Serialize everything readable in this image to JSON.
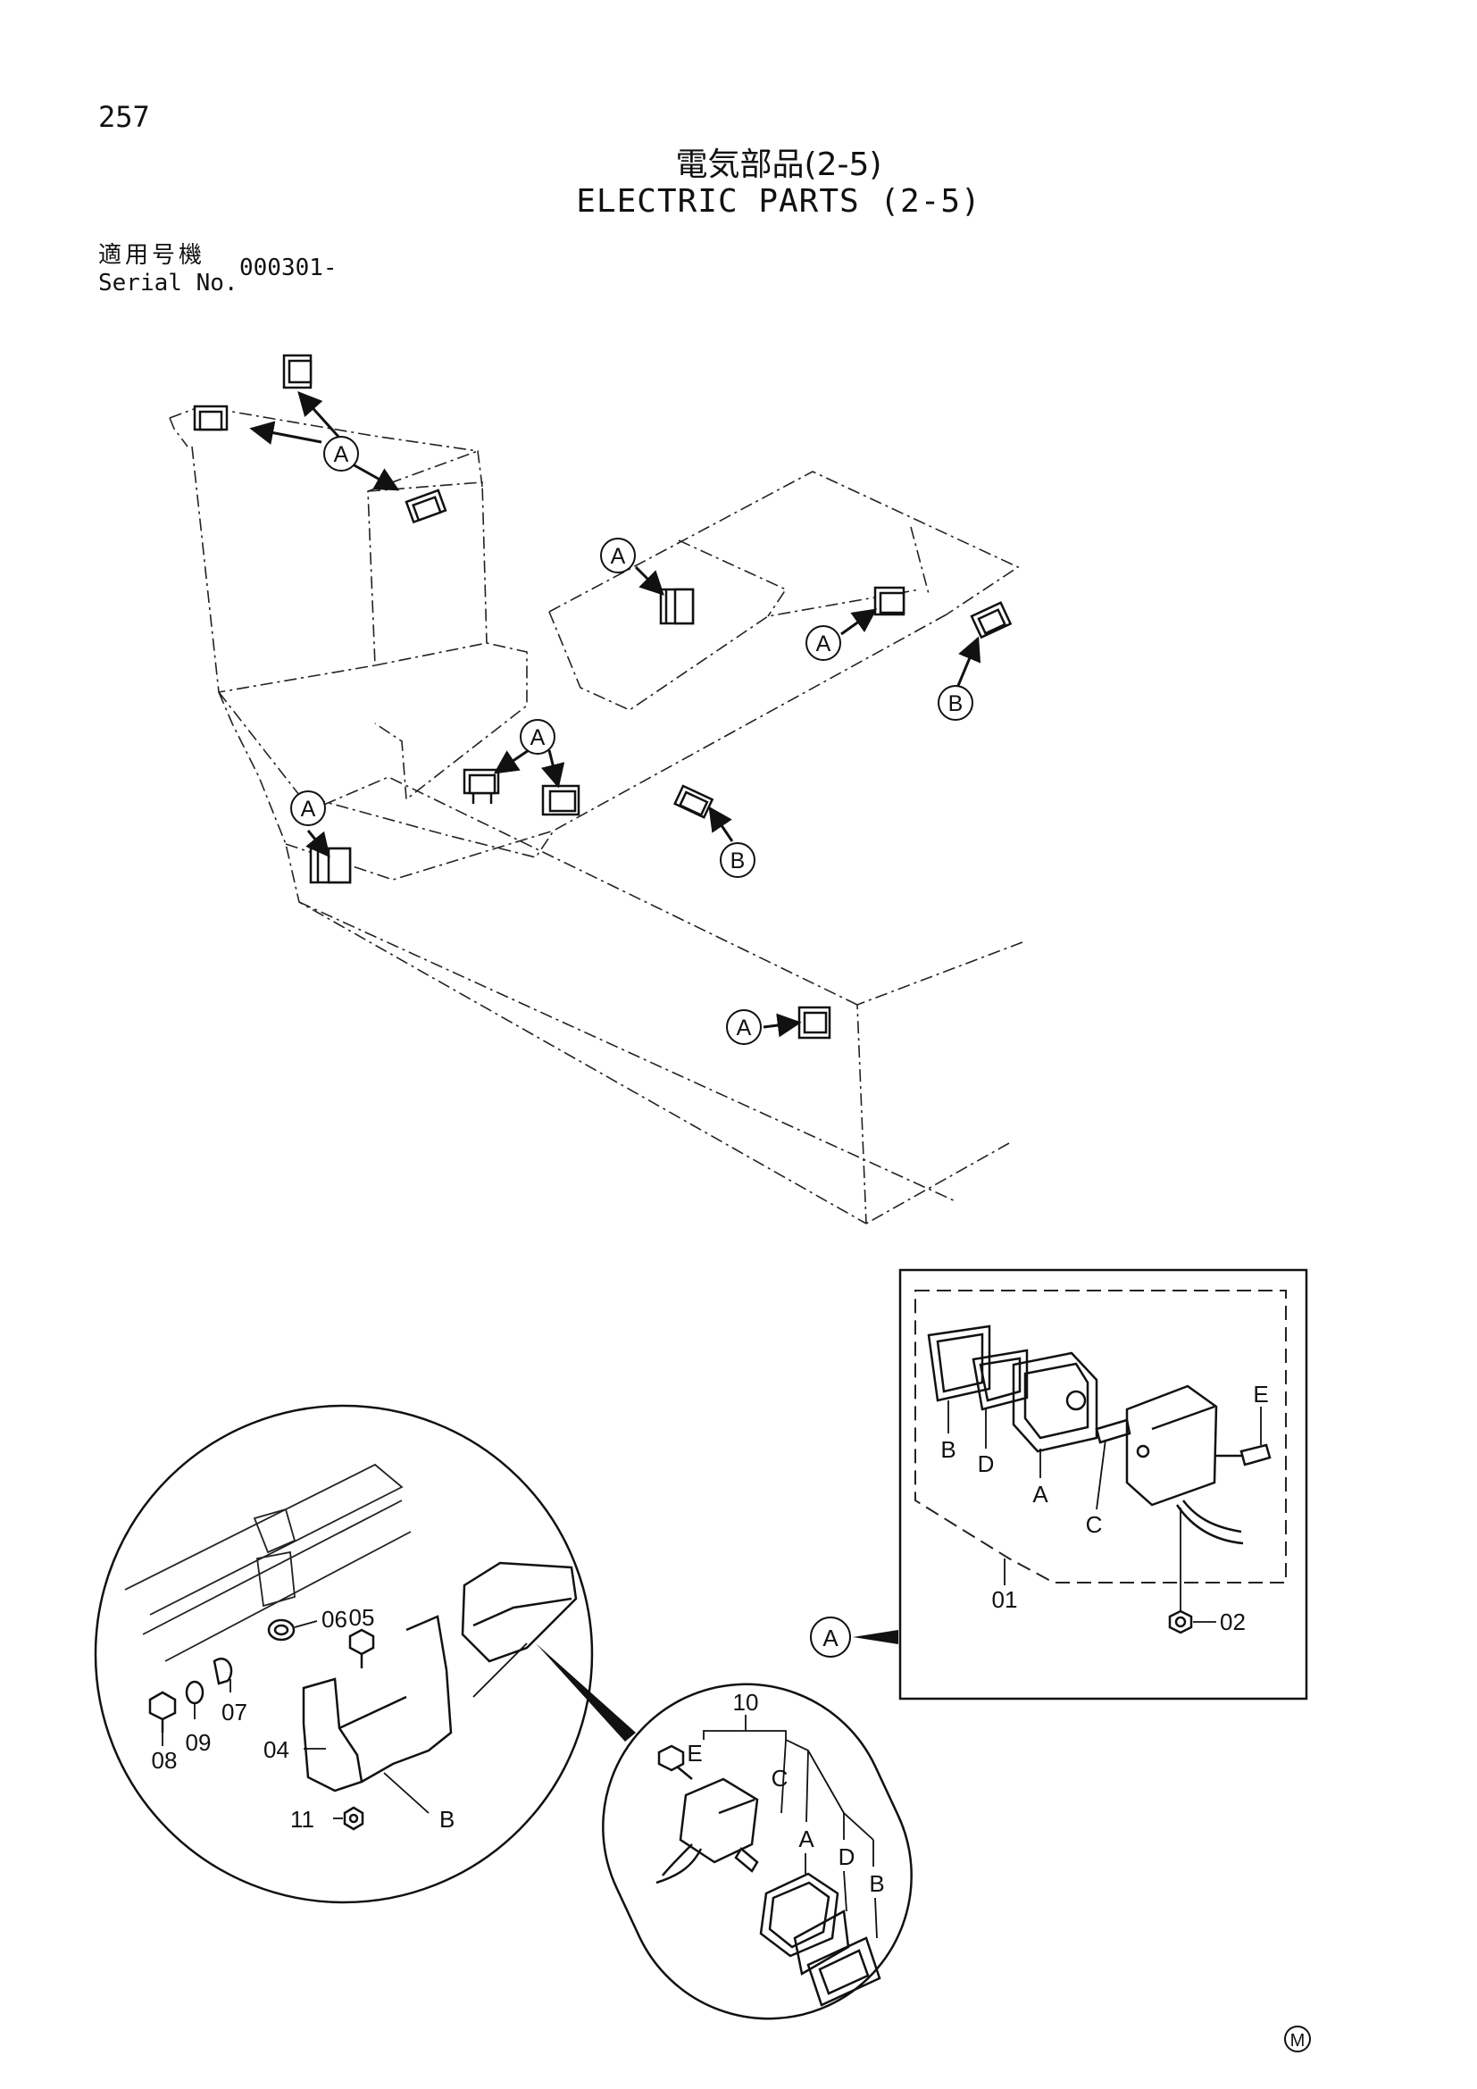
{
  "page": {
    "number": "257",
    "title_jp": "電気部品(2-5)",
    "title_en": "ELECTRIC PARTS (2-5)",
    "serial_label_jp": "適用号機",
    "serial_label_en": "Serial No.",
    "serial_value": "000301-",
    "footer_mark": "M"
  },
  "overview": {
    "callouts": [
      "A",
      "A",
      "A",
      "A",
      "A",
      "A",
      "B",
      "B"
    ]
  },
  "detail_a": {
    "pointer_label": "A",
    "parts": [
      "01",
      "02"
    ],
    "subparts": [
      "A",
      "B",
      "C",
      "D",
      "E"
    ]
  },
  "detail_b": {
    "callout": "B",
    "parts": [
      "04",
      "05",
      "06",
      "07",
      "08",
      "09",
      "11"
    ]
  },
  "detail_lamp": {
    "assembly": "10",
    "subparts": [
      "E",
      "C",
      "A",
      "D",
      "B"
    ]
  }
}
